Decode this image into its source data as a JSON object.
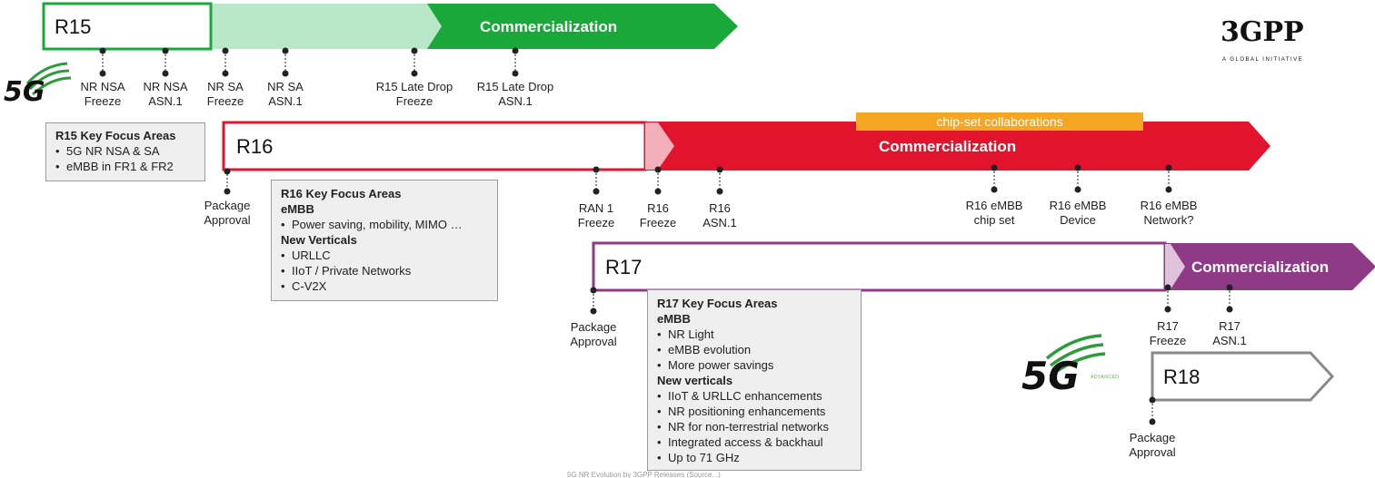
{
  "colors": {
    "r15": "#1aa83a",
    "r15_light": "#b8e8c8",
    "r16": "#e2142d",
    "r16_light": "#f4b0b8",
    "r17": "#8e3a86",
    "r17_light": "#e0c2dc",
    "r18": "#8a8a8a",
    "chipset": "#f5a623"
  },
  "logos": {
    "threegpp": "3GPP",
    "threegpp_tagline": "A GLOBAL INITIATIVE",
    "fiveg_1": "5G",
    "fiveg_2": "5G",
    "fiveg_advanced": "ADVANCED"
  },
  "releases": {
    "r15": {
      "label": "R15",
      "commercialization": "Commercialization"
    },
    "r16": {
      "label": "R16",
      "commercialization": "Commercialization",
      "chipset_bar": "chip-set collaborations"
    },
    "r17": {
      "label": "R17",
      "commercialization": "Commercialization"
    },
    "r18": {
      "label": "R18"
    }
  },
  "milestones": {
    "r15": [
      {
        "line1": "NR NSA",
        "line2": "Freeze"
      },
      {
        "line1": "NR NSA",
        "line2": "ASN.1"
      },
      {
        "line1": "NR SA",
        "line2": "Freeze"
      },
      {
        "line1": "NR SA",
        "line2": "ASN.1"
      },
      {
        "line1": "R15 Late Drop",
        "line2": "Freeze"
      },
      {
        "line1": "R15 Late Drop",
        "line2": "ASN.1"
      }
    ],
    "r16": [
      {
        "line1": "Package",
        "line2": "Approval"
      },
      {
        "line1": "RAN 1",
        "line2": "Freeze"
      },
      {
        "line1": "R16",
        "line2": "Freeze"
      },
      {
        "line1": "R16",
        "line2": "ASN.1"
      },
      {
        "line1": "R16 eMBB",
        "line2": "chip set"
      },
      {
        "line1": "R16 eMBB",
        "line2": "Device"
      },
      {
        "line1": "R16 eMBB",
        "line2": "Network?"
      }
    ],
    "r17": [
      {
        "line1": "Package",
        "line2": "Approval"
      },
      {
        "line1": "R17",
        "line2": "Freeze"
      },
      {
        "line1": "R17",
        "line2": "ASN.1"
      }
    ],
    "r18": [
      {
        "line1": "Package",
        "line2": "Approval"
      }
    ]
  },
  "focus": {
    "r15": {
      "title": "R15 Key Focus Areas",
      "items": [
        "5G NR NSA & SA",
        "eMBB in FR1 & FR2"
      ]
    },
    "r16": {
      "title": "R16 Key Focus Areas",
      "sub1": "eMBB",
      "items1": [
        "Power saving, mobility, MIMO …"
      ],
      "sub2": "New Verticals",
      "items2": [
        "URLLC",
        "IIoT / Private Networks",
        "C-V2X"
      ]
    },
    "r17": {
      "title": "R17 Key Focus Areas",
      "sub1": "eMBB",
      "items1": [
        "NR Light",
        "eMBB evolution",
        "More power savings"
      ],
      "sub2": "New verticals",
      "items2": [
        "IIoT & URLLC enhancements",
        "NR positioning enhancements",
        "NR for non-terrestrial networks",
        "Integrated access & backhaul",
        "Up to 71 GHz"
      ]
    }
  },
  "footer": "5G NR Evolution by 3GPP Releases (Source...)"
}
